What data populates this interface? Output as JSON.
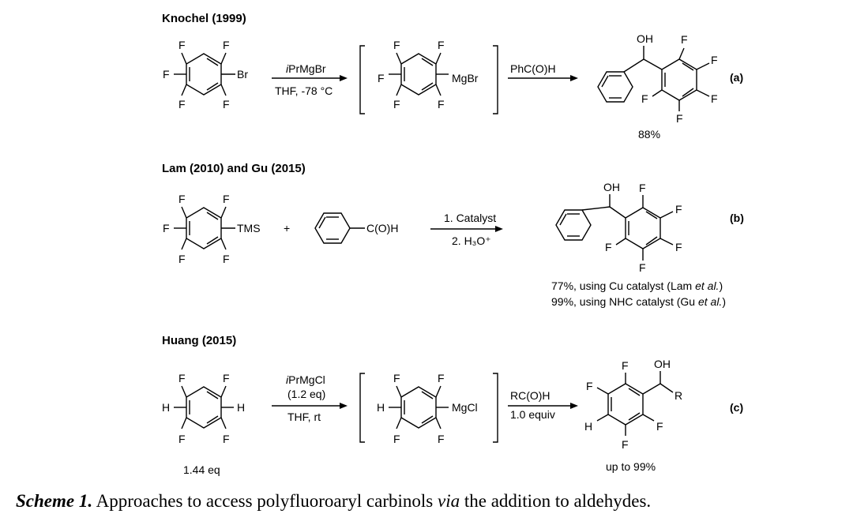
{
  "scheme": {
    "a": {
      "title": "Knochel (1999)",
      "reagent_top": "PrMgBr",
      "reagent_top_prefix": "i",
      "reagent_bottom": "THF, -78 °C",
      "reagent2": "PhC(O)H",
      "substituent_br": "Br",
      "substituent_mgbr": "MgBr",
      "yield": "88%",
      "tag": "(a)"
    },
    "b": {
      "title": "Lam (2010) and Gu (2015)",
      "substituent_tms": "TMS",
      "plus": "+",
      "aldehyde_group": "C(O)H",
      "step1": "1. Catalyst",
      "step2": "2. H₃O⁺",
      "yield_line1": "77%, using Cu catalyst (Lam ",
      "yield_line1_em": "et al.",
      "yield_line1_end": ")",
      "yield_line2": "99%, using NHC catalyst (Gu ",
      "yield_line2_em": "et al.",
      "yield_line2_end": ")",
      "tag": "(b)"
    },
    "c": {
      "title": "Huang (2015)",
      "reagent_top_prefix": "i",
      "reagent_top": "PrMgCl",
      "reagent_mid": "(1.2 eq)",
      "reagent_bottom": "THF, rt",
      "reagent2_top": "RC(O)H",
      "reagent2_bottom": "1.0 equiv",
      "substituent_mgcl": "MgCl",
      "equiv_label": "1.44 eq",
      "yield": "up to 99%",
      "r_group": "R",
      "tag": "(c)"
    },
    "atoms": {
      "F": "F",
      "H": "H",
      "OH": "OH"
    }
  },
  "caption": {
    "label": "Scheme 1.",
    "text_before": " Approaches to access polyfluoroaryl carbinols ",
    "text_em": "via",
    "text_after": " the addition to aldehydes."
  }
}
